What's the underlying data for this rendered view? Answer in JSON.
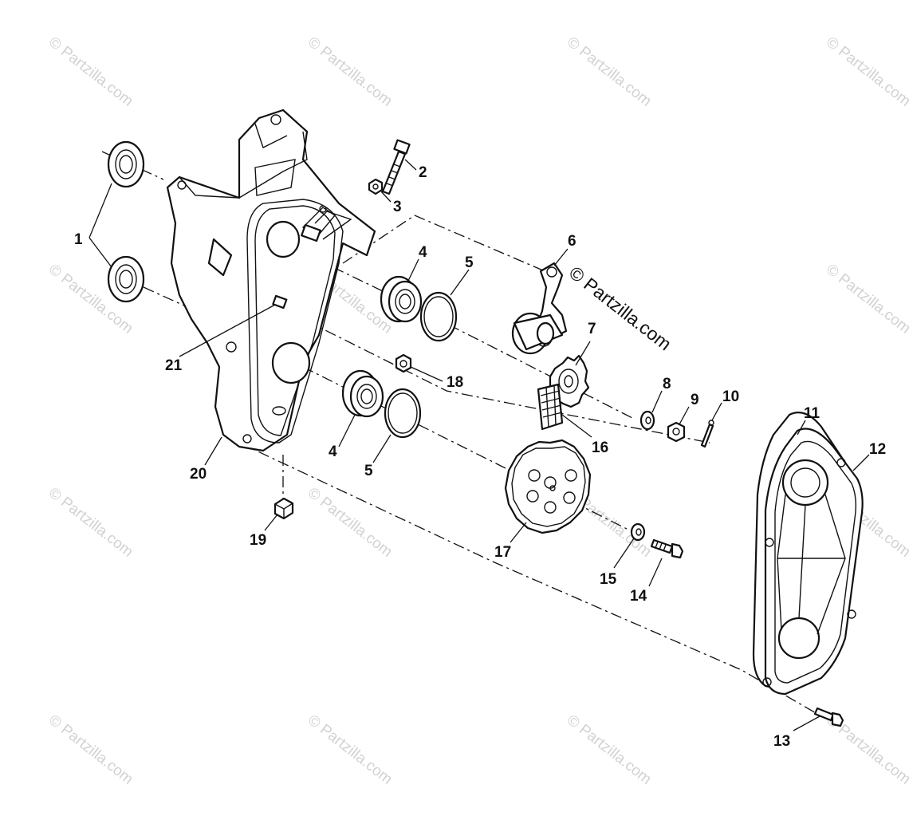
{
  "brand_watermark": "© Partzilla.com",
  "tile_watermark": "© Partzilla.com",
  "callouts": {
    "c1": "1",
    "c2": "2",
    "c3": "3",
    "c4a": "4",
    "c4b": "4",
    "c5a": "5",
    "c5b": "5",
    "c6": "6",
    "c7": "7",
    "c8": "8",
    "c9": "9",
    "c10": "10",
    "c11": "11",
    "c12": "12",
    "c13": "13",
    "c14": "14",
    "c15": "15",
    "c16": "16",
    "c17": "17",
    "c18": "18",
    "c19": "19",
    "c20": "20",
    "c21": "21"
  }
}
